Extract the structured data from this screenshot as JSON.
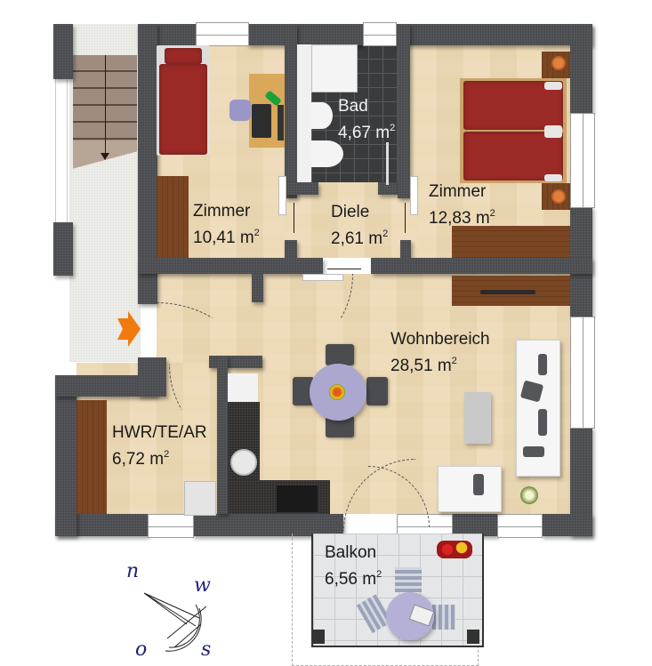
{
  "floorplan": {
    "rooms": [
      {
        "id": "zimmer-small",
        "name": "Zimmer",
        "area": "10,41 m",
        "unit_sup": "2"
      },
      {
        "id": "bad",
        "name": "Bad",
        "area": "4,67 m",
        "unit_sup": "2"
      },
      {
        "id": "zimmer-large",
        "name": "Zimmer",
        "area": "12,83 m",
        "unit_sup": "2"
      },
      {
        "id": "diele",
        "name": "Diele",
        "area": "2,61 m",
        "unit_sup": "2"
      },
      {
        "id": "wohnbereich",
        "name": "Wohnbereich",
        "area": "28,51 m",
        "unit_sup": "2"
      },
      {
        "id": "hwr",
        "name": "HWR/TE/AR",
        "area": "6,72 m",
        "unit_sup": "2"
      },
      {
        "id": "balkon",
        "name": "Balkon",
        "area": "6,56 m",
        "unit_sup": "2"
      }
    ],
    "entrance_marker": {
      "icon": "entrance-arrow-icon",
      "color": "#f07a10"
    },
    "compass": {
      "labels": {
        "north": "n",
        "west": "w",
        "east": "o",
        "south": "s"
      },
      "color": "#1f1f7a"
    },
    "colors": {
      "wall": "#4a4b4e",
      "floor": "#ecd7b1",
      "bath_tile": "#3a3b3d",
      "bed": "#9b2a26",
      "wood": "#7a4522"
    }
  }
}
